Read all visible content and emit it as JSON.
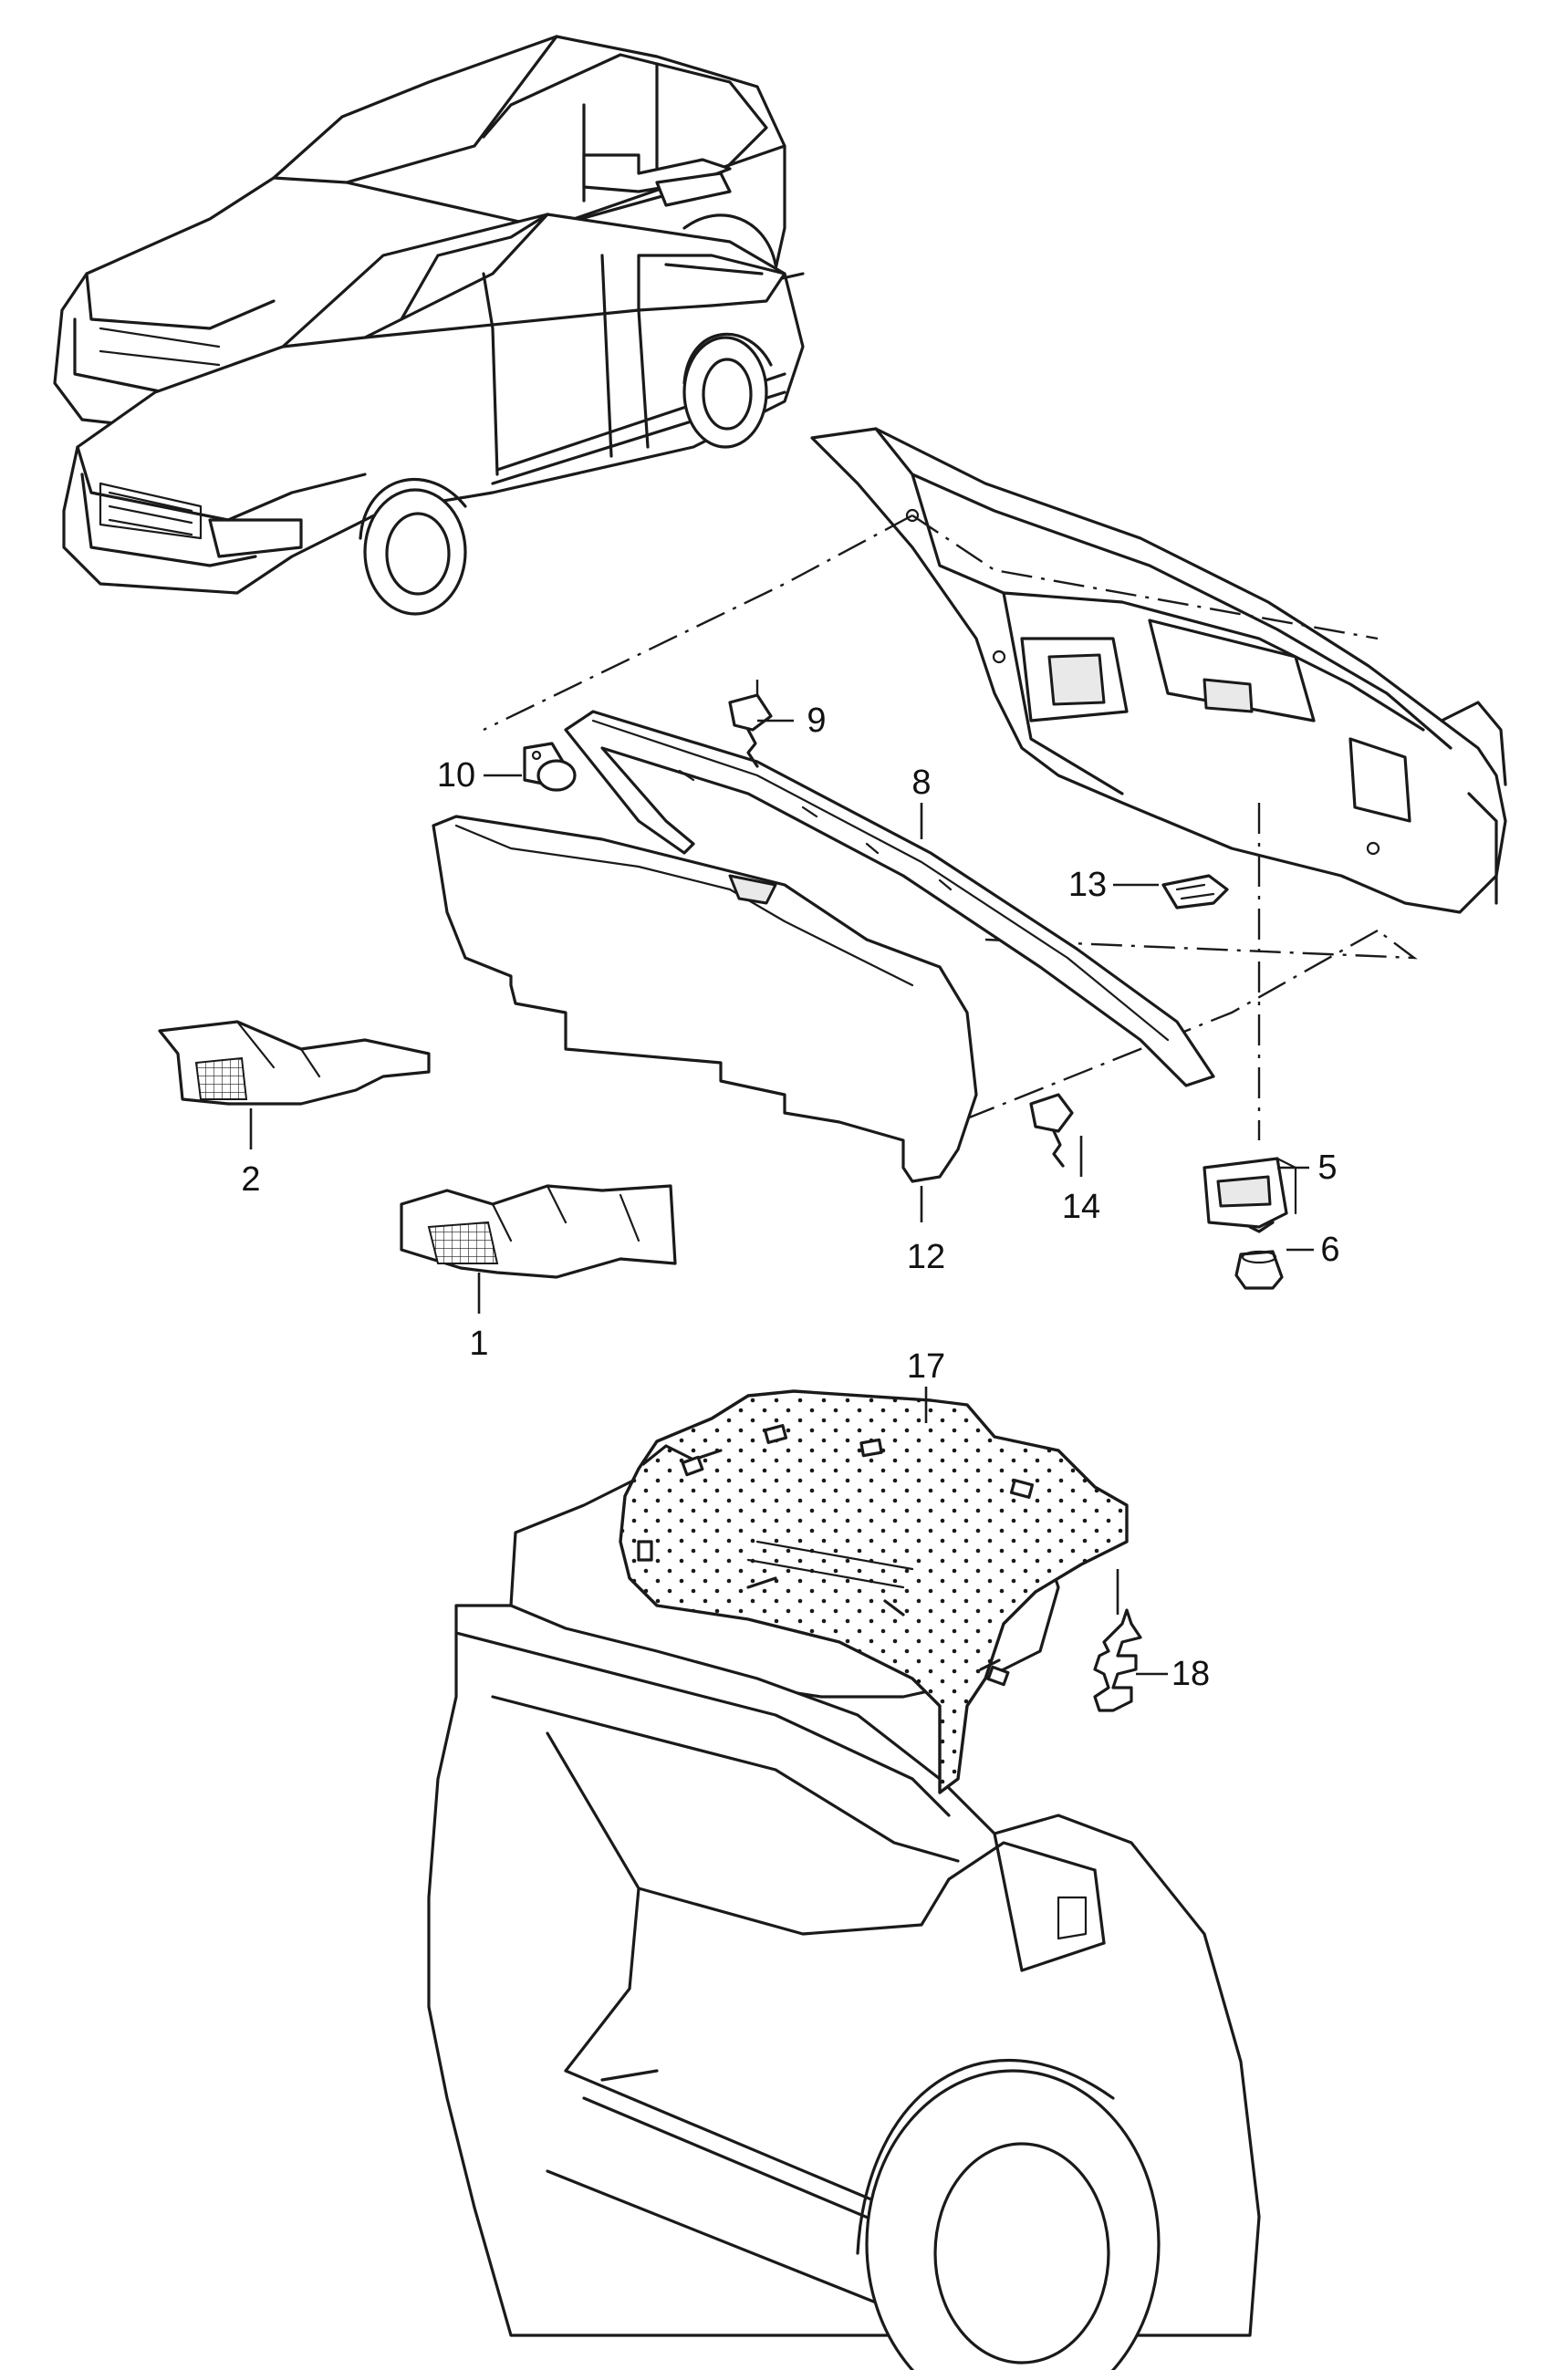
{
  "callouts": {
    "c1": "1",
    "c2": "2",
    "c5": "5",
    "c6": "6",
    "c8": "8",
    "c9": "9",
    "c10": "10",
    "c12": "12",
    "c13": "13",
    "c14": "14",
    "c17": "17",
    "c18": "18"
  },
  "colors": {
    "ink": "#1a1a1a",
    "paper": "#ffffff"
  }
}
